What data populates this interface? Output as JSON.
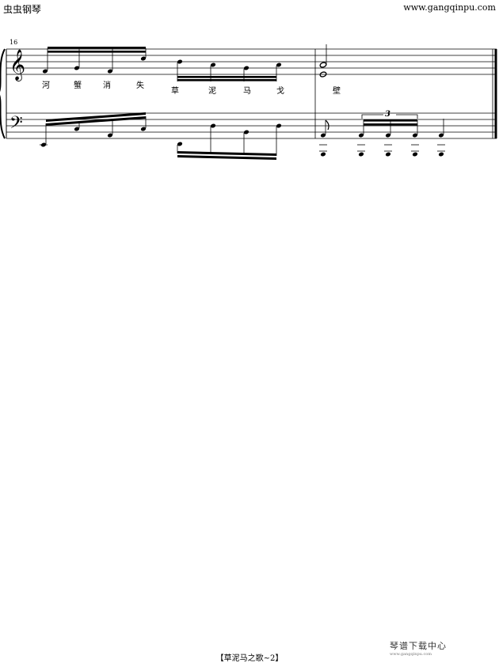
{
  "header": {
    "site_name": "虫虫钢琴",
    "site_url": "www.gangqinpu.com"
  },
  "score": {
    "measure_number": "16",
    "lyrics": [
      "河",
      "蟹",
      "消",
      "失",
      "草",
      "泥",
      "马",
      "戈",
      "壁"
    ],
    "tuplet_label": "3"
  },
  "footer": {
    "page_label": "【草泥马之歌~2】"
  },
  "watermark": {
    "text": "琴谱下载中心",
    "sub": "www.gangqinpu.com"
  }
}
